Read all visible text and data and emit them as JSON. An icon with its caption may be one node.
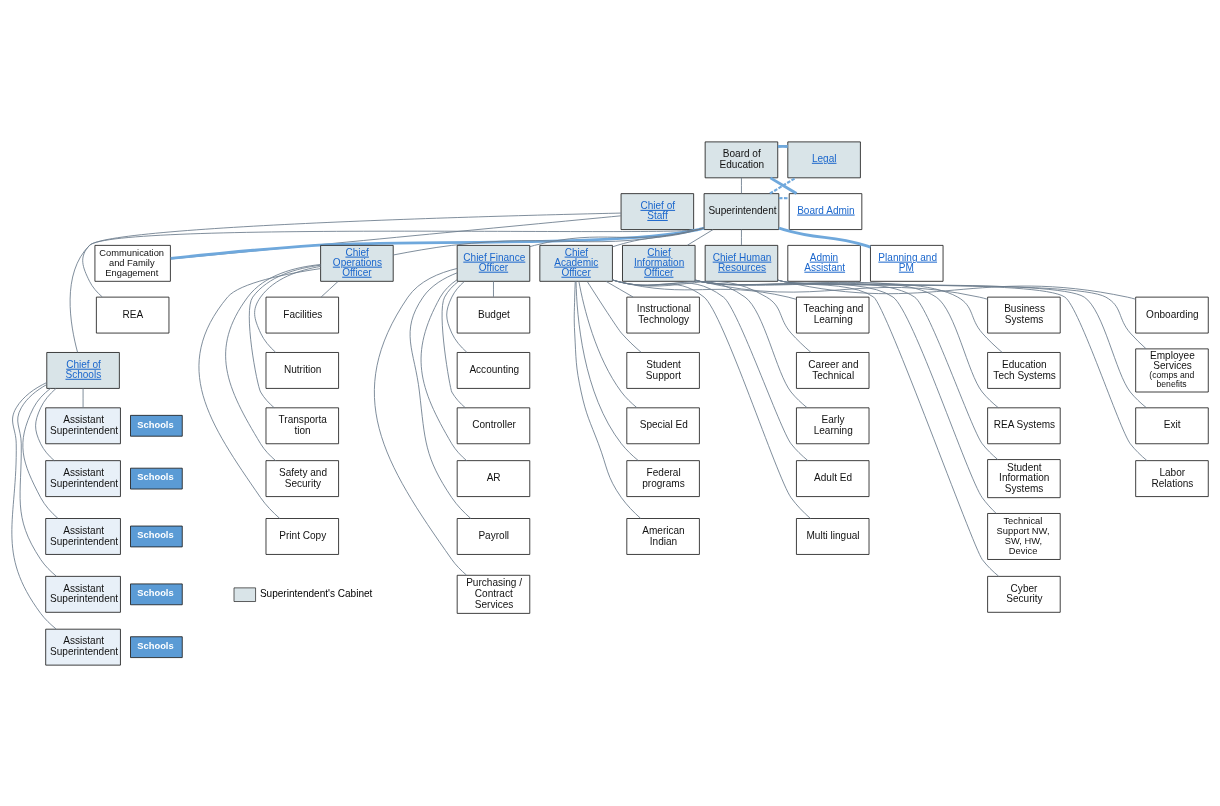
{
  "diagram": {
    "nodes": [
      {
        "text": [
          "Board of Education"
        ]
      },
      {
        "text": [
          "Legal"
        ]
      },
      {
        "text": [
          "Chief of Staff"
        ]
      },
      {
        "text": [
          "Communication and Family Engagement"
        ]
      },
      {
        "text": [
          "REA"
        ]
      },
      {
        "text": [
          "Superintendent"
        ]
      },
      {
        "text": [
          "Board Admin"
        ]
      },
      {
        "text": [
          "Admin Assistant"
        ]
      },
      {
        "text": [
          "Planning and PM"
        ]
      },
      {
        "text": [
          "Chief Operations Officer"
        ]
      },
      {
        "text": [
          "Facilities"
        ]
      },
      {
        "text": [
          "Nutrition"
        ]
      },
      {
        "text": [
          "Transporta tion"
        ]
      },
      {
        "text": [
          "Safety and Security"
        ]
      },
      {
        "text": [
          "Print Copy"
        ]
      },
      {
        "text": [
          "Chief Finance Officer"
        ]
      },
      {
        "text": [
          "Budget"
        ]
      },
      {
        "text": [
          "Accounting"
        ]
      },
      {
        "text": [
          "Controller"
        ]
      },
      {
        "text": [
          "AR"
        ]
      },
      {
        "text": [
          "Payroll"
        ]
      },
      {
        "text": [
          "Purchasing / Contract Services"
        ]
      },
      {
        "text": [
          "Chief of Schools"
        ]
      },
      {
        "text": [
          "Assistant Superintendent"
        ]
      },
      {
        "text": [
          "Schools"
        ]
      },
      {
        "text": [
          "Assistant Superintendent"
        ]
      },
      {
        "text": [
          "Schools"
        ]
      },
      {
        "text": [
          "Assistant Superintendent"
        ]
      },
      {
        "text": [
          "Schools"
        ]
      },
      {
        "text": [
          "Assistant Superintendent"
        ]
      },
      {
        "text": [
          "Schools"
        ]
      },
      {
        "text": [
          "Assistant Superintendent"
        ]
      },
      {
        "text": [
          "Schools"
        ]
      },
      {
        "text": [
          "Chief Academic Officer"
        ]
      },
      {
        "text": [
          "Instructional Technology"
        ]
      },
      {
        "text": [
          "Teaching and Learning"
        ]
      },
      {
        "text": [
          "Student Support"
        ]
      },
      {
        "text": [
          "Career and Technical"
        ]
      },
      {
        "text": [
          "Special Ed"
        ]
      },
      {
        "text": [
          "Early Learning"
        ]
      },
      {
        "text": [
          "Federal programs"
        ]
      },
      {
        "text": [
          "Adult Ed"
        ]
      },
      {
        "text": [
          "American Indian"
        ]
      },
      {
        "text": [
          "Multi lingual"
        ]
      },
      {
        "text": [
          "Chief Information Officer"
        ]
      },
      {
        "text": [
          "Business Systems"
        ]
      },
      {
        "text": [
          "Education Tech Systems"
        ]
      },
      {
        "text": [
          "REA Systems"
        ]
      },
      {
        "text": [
          "Student Information Systems"
        ]
      },
      {
        "text": [
          "Technical Support NW, SW, HW, Device"
        ]
      },
      {
        "text": [
          "Cyber Security"
        ]
      },
      {
        "text": [
          "Chief Human Resources"
        ]
      },
      {
        "text": [
          "Onboarding"
        ]
      },
      {
        "text": [
          "Employee Services",
          "(comps and benefits"
        ]
      },
      {
        "text": [
          "Exit"
        ]
      },
      {
        "text": [
          "Labor Relations"
        ]
      }
    ],
    "edges": [
      {
        "from": 0,
        "to": 5,
        "arrow": "none"
      },
      {
        "from": 0,
        "to": 1,
        "arrow": "none",
        "style": "thick",
        "color": "#6fa8dc"
      },
      {
        "from": 0,
        "to": 6,
        "arrow": "none",
        "style": "thick",
        "color": "#6fa8dc"
      },
      {
        "from": 5,
        "to": 1,
        "arrow": "none",
        "style": "dashed",
        "color": "#6fa8dc"
      },
      {
        "from": 5,
        "to": 6,
        "arrow": "none",
        "style": "dashed",
        "color": "#6fa8dc"
      },
      {
        "from": 5,
        "to": 8,
        "arrow": "none",
        "style": "thick",
        "color": "#6fa8dc"
      },
      {
        "from": 5,
        "to": 3,
        "arrow": "none",
        "style": "thick",
        "color": "#6fa8dc"
      },
      {
        "from": 2,
        "to": 3,
        "arrow": "none"
      },
      {
        "from": 2,
        "to": 4,
        "arrow": "none"
      },
      {
        "from": 5,
        "to": 9,
        "arrow": "none"
      },
      {
        "from": 5,
        "to": 15,
        "arrow": "none"
      },
      {
        "from": 5,
        "to": 22,
        "arrow": "none"
      },
      {
        "from": 5,
        "to": 33,
        "arrow": "none"
      },
      {
        "from": 5,
        "to": 44,
        "arrow": "none"
      },
      {
        "from": 5,
        "to": 51,
        "arrow": "none"
      },
      {
        "from": 9,
        "to": 10,
        "arrow": "none"
      },
      {
        "from": 9,
        "to": 11,
        "arrow": "none"
      },
      {
        "from": 9,
        "to": 12,
        "arrow": "none"
      },
      {
        "from": 9,
        "to": 13,
        "arrow": "none"
      },
      {
        "from": 9,
        "to": 14,
        "arrow": "none"
      },
      {
        "from": 15,
        "to": 16,
        "arrow": "none"
      },
      {
        "from": 15,
        "to": 17,
        "arrow": "none"
      },
      {
        "from": 15,
        "to": 18,
        "arrow": "none"
      },
      {
        "from": 15,
        "to": 19,
        "arrow": "none"
      },
      {
        "from": 15,
        "to": 20,
        "arrow": "none"
      },
      {
        "from": 15,
        "to": 21,
        "arrow": "none"
      },
      {
        "from": 22,
        "to": 23,
        "arrow": "none"
      },
      {
        "from": 22,
        "to": 25,
        "arrow": "none"
      },
      {
        "from": 22,
        "to": 27,
        "arrow": "none"
      },
      {
        "from": 22,
        "to": 29,
        "arrow": "none"
      },
      {
        "from": 22,
        "to": 31,
        "arrow": "none"
      },
      {
        "from": 33,
        "to": 34,
        "arrow": "none"
      },
      {
        "from": 33,
        "to": 36,
        "arrow": "none"
      },
      {
        "from": 33,
        "to": 38,
        "arrow": "none"
      },
      {
        "from": 33,
        "to": 40,
        "arrow": "none"
      },
      {
        "from": 33,
        "to": 42,
        "arrow": "none"
      },
      {
        "from": 33,
        "to": 35,
        "arrow": "none"
      },
      {
        "from": 33,
        "to": 37,
        "arrow": "none"
      },
      {
        "from": 33,
        "to": 39,
        "arrow": "none"
      },
      {
        "from": 33,
        "to": 41,
        "arrow": "none"
      },
      {
        "from": 33,
        "to": 43,
        "arrow": "none"
      },
      {
        "from": 44,
        "to": 45,
        "arrow": "none"
      },
      {
        "from": 44,
        "to": 46,
        "arrow": "none"
      },
      {
        "from": 44,
        "to": 47,
        "arrow": "none"
      },
      {
        "from": 44,
        "to": 48,
        "arrow": "none"
      },
      {
        "from": 44,
        "to": 49,
        "arrow": "none"
      },
      {
        "from": 44,
        "to": 50,
        "arrow": "none"
      },
      {
        "from": 51,
        "to": 52,
        "arrow": "none"
      },
      {
        "from": 51,
        "to": 53,
        "arrow": "none"
      },
      {
        "from": 51,
        "to": 54,
        "arrow": "none"
      },
      {
        "from": 51,
        "to": 55,
        "arrow": "none"
      }
    ],
    "legend": [
      {
        "text": "Superintendent's Cabinet",
        "color": "#d9e4e8"
      }
    ]
  }
}
